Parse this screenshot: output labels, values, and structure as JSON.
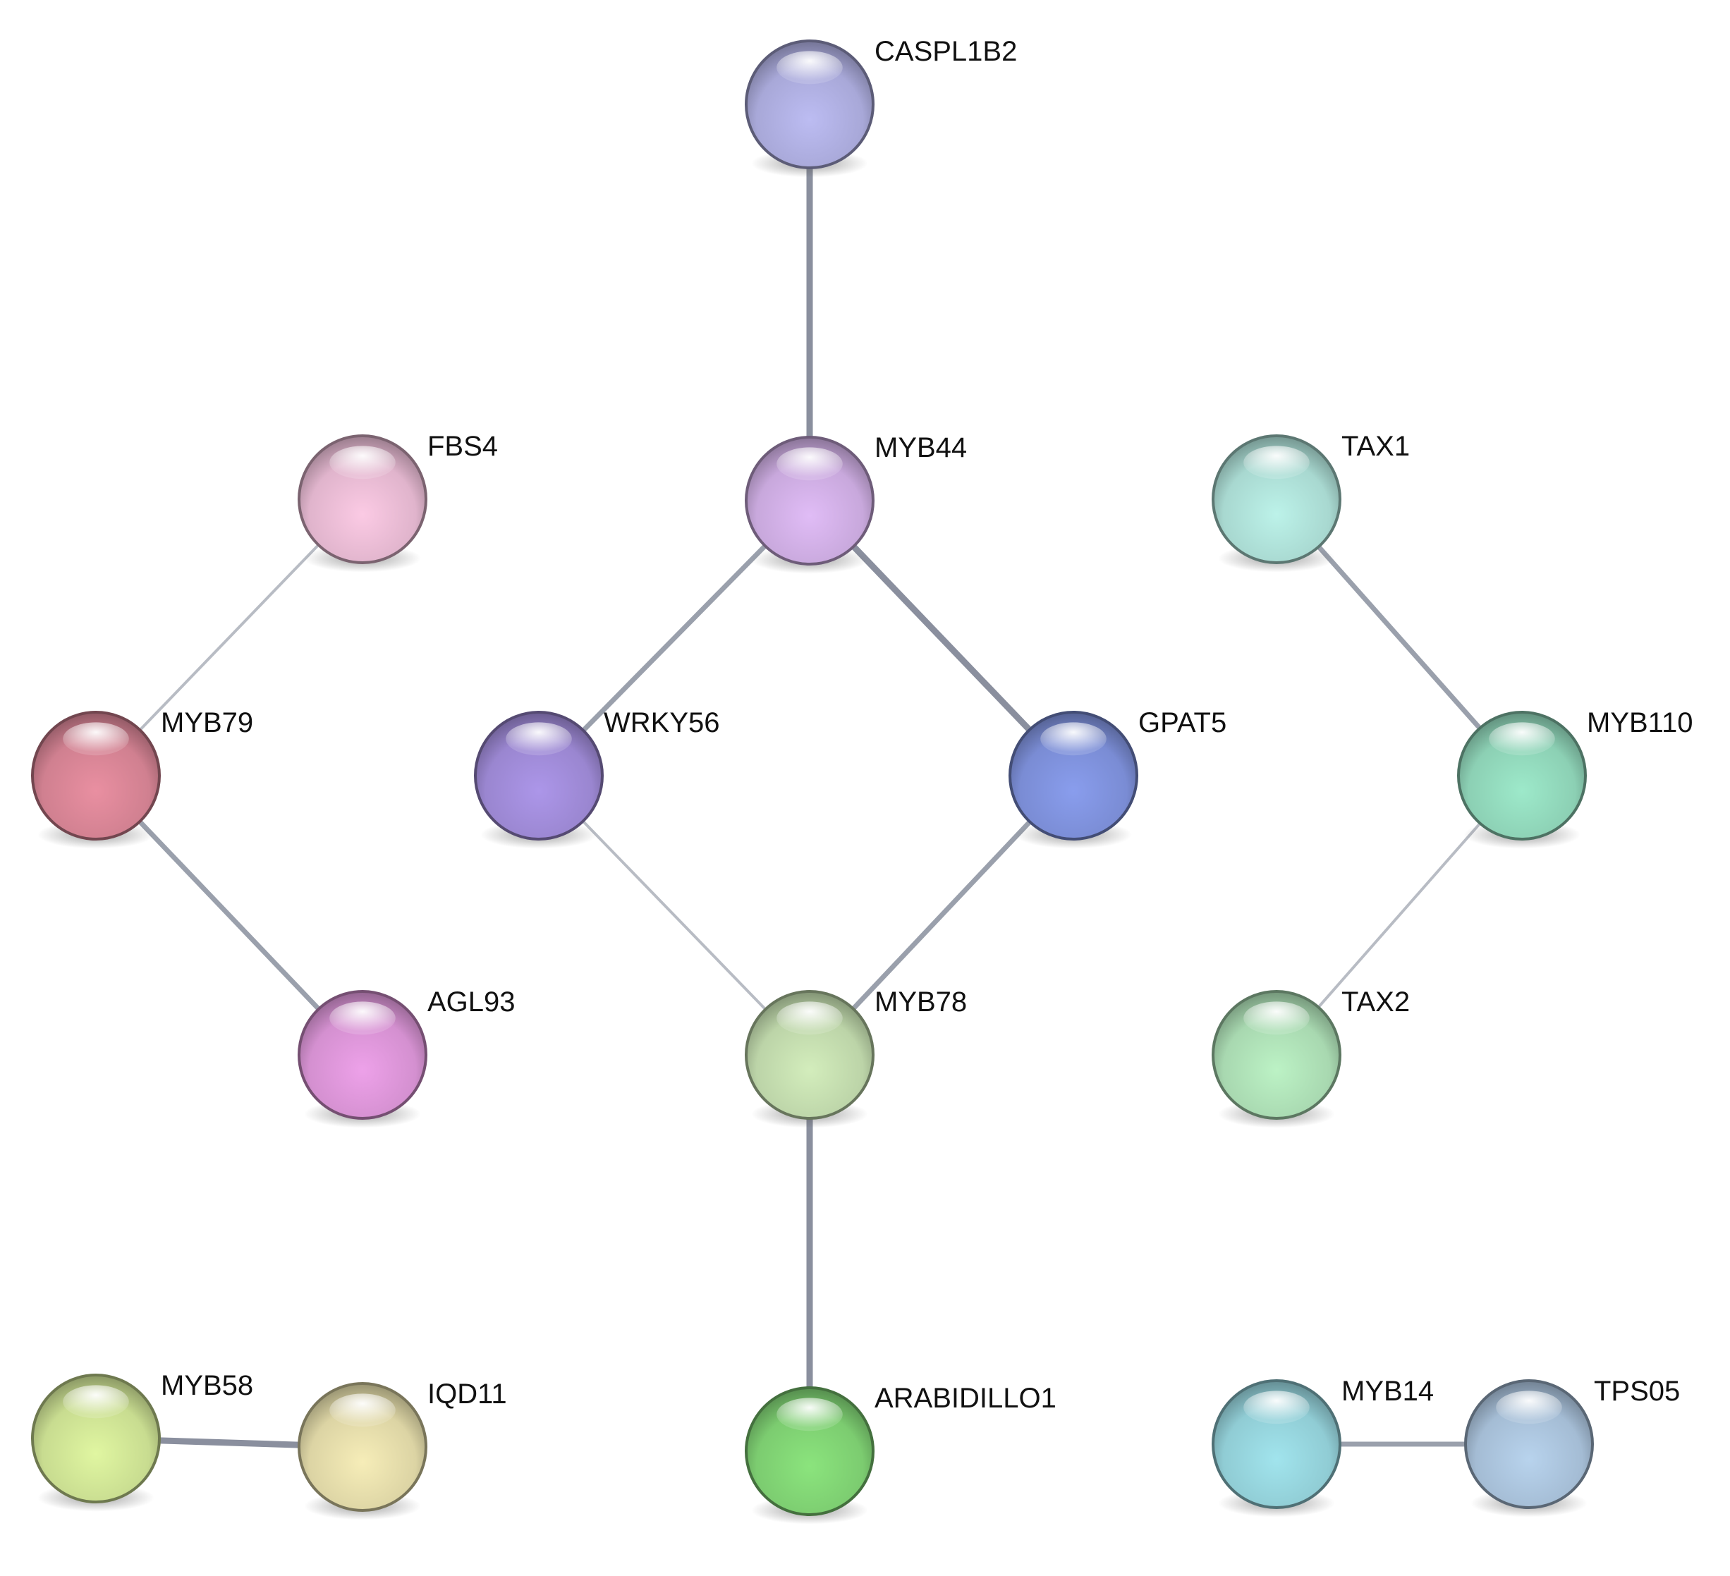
{
  "nodes": [
    {
      "id": "CASPL1B2",
      "label": "CASPL1B2",
      "color": "#a8a8d8"
    },
    {
      "id": "MYB44",
      "label": "MYB44",
      "color": "#c8a8dc"
    },
    {
      "id": "FBS4",
      "label": "FBS4",
      "color": "#e0b4cc"
    },
    {
      "id": "TAX1",
      "label": "TAX1",
      "color": "#a8d8d0"
    },
    {
      "id": "MYB79",
      "label": "MYB79",
      "color": "#d08090"
    },
    {
      "id": "WRKY56",
      "label": "WRKY56",
      "color": "#9a86d0"
    },
    {
      "id": "GPAT5",
      "label": "GPAT5",
      "color": "#7a8cd4"
    },
    {
      "id": "MYB110",
      "label": "MYB110",
      "color": "#8cd0b4"
    },
    {
      "id": "AGL93",
      "label": "AGL93",
      "color": "#d490d0"
    },
    {
      "id": "MYB78",
      "label": "MYB78",
      "color": "#bcd4a8"
    },
    {
      "id": "TAX2",
      "label": "TAX2",
      "color": "#a8d8b0"
    },
    {
      "id": "MYB58",
      "label": "MYB58",
      "color": "#c8dc90"
    },
    {
      "id": "IQD11",
      "label": "IQD11",
      "color": "#dcd4a4"
    },
    {
      "id": "ARABIDILLO1",
      "label": "ARABIDILLO1",
      "color": "#7ccc70"
    },
    {
      "id": "MYB14",
      "label": "MYB14",
      "color": "#90ccd4"
    },
    {
      "id": "TPS05",
      "label": "TPS05",
      "color": "#a4bcd4"
    }
  ],
  "edges": [
    {
      "source": "CASPL1B2",
      "target": "MYB44",
      "strength": "strong"
    },
    {
      "source": "MYB44",
      "target": "WRKY56",
      "strength": "medium"
    },
    {
      "source": "MYB44",
      "target": "GPAT5",
      "strength": "strong"
    },
    {
      "source": "WRKY56",
      "target": "MYB78",
      "strength": "weak"
    },
    {
      "source": "GPAT5",
      "target": "MYB78",
      "strength": "medium"
    },
    {
      "source": "MYB78",
      "target": "ARABIDILLO1",
      "strength": "strong"
    },
    {
      "source": "FBS4",
      "target": "MYB79",
      "strength": "weak"
    },
    {
      "source": "MYB79",
      "target": "AGL93",
      "strength": "medium"
    },
    {
      "source": "TAX1",
      "target": "MYB110",
      "strength": "medium"
    },
    {
      "source": "MYB110",
      "target": "TAX2",
      "strength": "weak"
    },
    {
      "source": "MYB58",
      "target": "IQD11",
      "strength": "strong"
    },
    {
      "source": "MYB14",
      "target": "TPS05",
      "strength": "medium"
    }
  ]
}
